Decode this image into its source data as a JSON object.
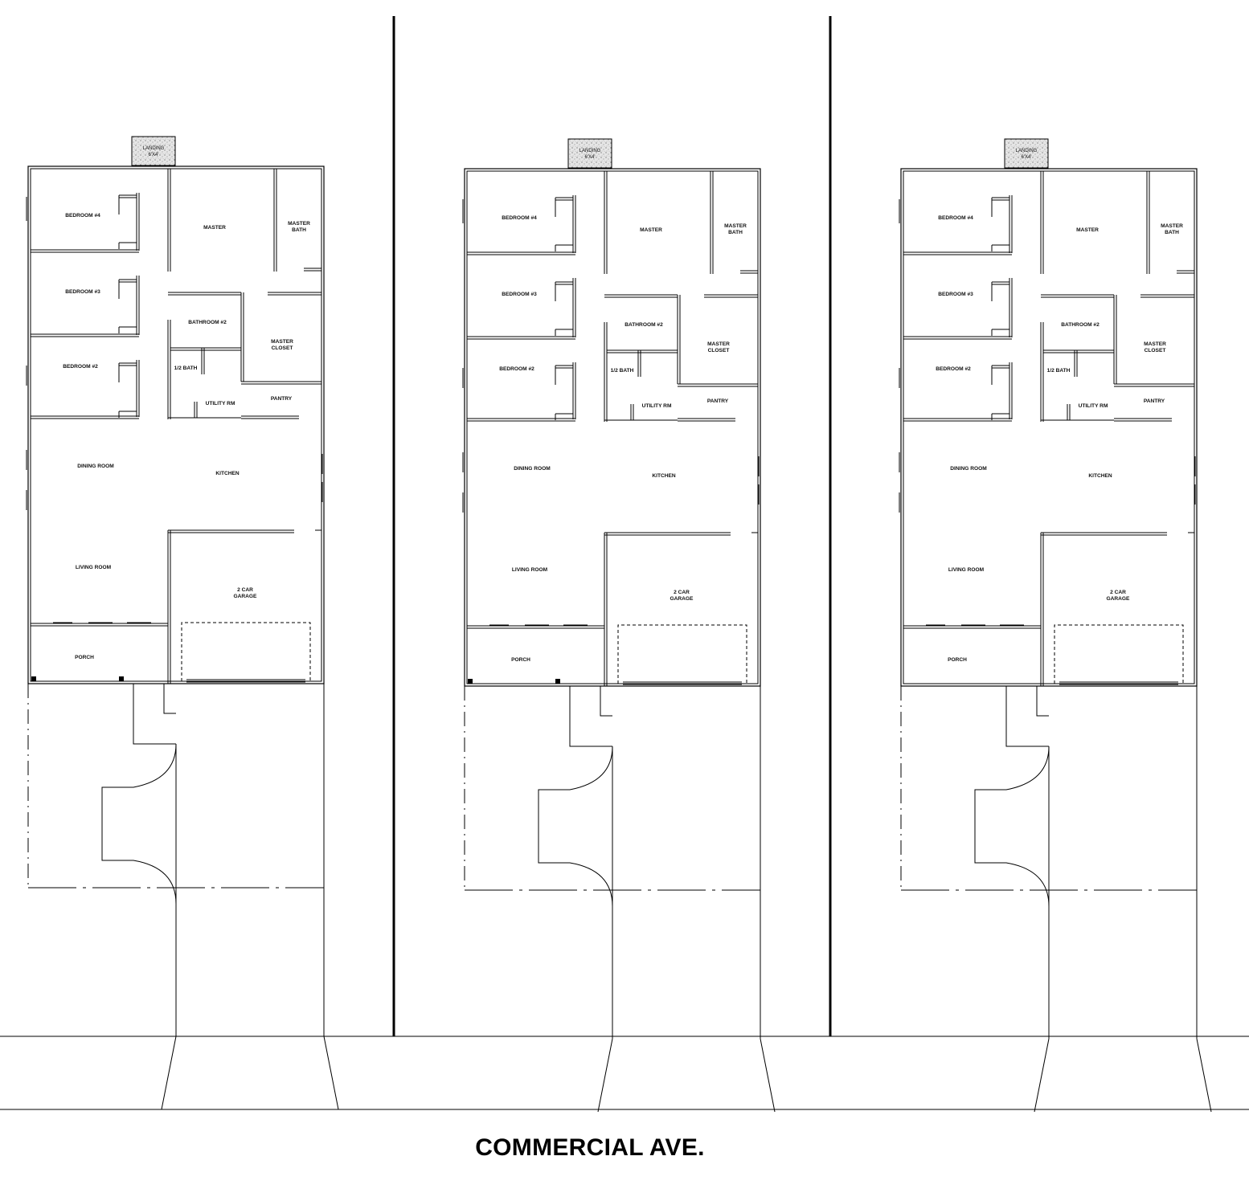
{
  "street": {
    "name": "COMMERCIAL AVE."
  },
  "lots": [
    {
      "id": "lot-1",
      "landing": [
        "LANDING",
        "6'X4'"
      ],
      "rooms": {
        "bedroom4": [
          "BEDROOM #4"
        ],
        "bedroom3": [
          "BEDROOM #3"
        ],
        "bedroom2": [
          "BEDROOM #2"
        ],
        "master": [
          "MASTER"
        ],
        "master_bath": [
          "MASTER",
          "BATH"
        ],
        "bathroom2": [
          "BATHROOM #2"
        ],
        "half_bath": [
          "1/2 BATH"
        ],
        "utility": [
          "UTILITY RM"
        ],
        "master_closet": [
          "MASTER",
          "CLOSET"
        ],
        "pantry": [
          "PANTRY"
        ],
        "dining": [
          "DINING ROOM"
        ],
        "kitchen": [
          "KITCHEN"
        ],
        "living": [
          "LIVING ROOM"
        ],
        "garage": [
          "2 CAR",
          "GARAGE"
        ],
        "porch": [
          "PORCH"
        ]
      }
    },
    {
      "id": "lot-2",
      "landing": [
        "LANDING",
        "6'X4'"
      ],
      "rooms": {
        "bedroom4": [
          "BEDROOM #4"
        ],
        "bedroom3": [
          "BEDROOM #3"
        ],
        "bedroom2": [
          "BEDROOM #2"
        ],
        "master": [
          "MASTER"
        ],
        "master_bath": [
          "MASTER",
          "BATH"
        ],
        "bathroom2": [
          "BATHROOM #2"
        ],
        "half_bath": [
          "1/2 BATH"
        ],
        "utility": [
          "UTILITY RM"
        ],
        "master_closet": [
          "MASTER",
          "CLOSET"
        ],
        "pantry": [
          "PANTRY"
        ],
        "dining": [
          "DINING ROOM"
        ],
        "kitchen": [
          "KITCHEN"
        ],
        "living": [
          "LIVING ROOM"
        ],
        "garage": [
          "2 CAR",
          "GARAGE"
        ],
        "porch": [
          "PORCH"
        ]
      }
    },
    {
      "id": "lot-3",
      "landing": [
        "LANDING",
        "6'X4'"
      ],
      "rooms": {
        "bedroom4": [
          "BEDROOM #4"
        ],
        "bedroom3": [
          "BEDROOM #3"
        ],
        "bedroom2": [
          "BEDROOM #2"
        ],
        "master": [
          "MASTER"
        ],
        "master_bath": [
          "MASTER",
          "BATH"
        ],
        "bathroom2": [
          "BATHROOM #2"
        ],
        "half_bath": [
          "1/2 BATH"
        ],
        "utility": [
          "UTILITY RM"
        ],
        "master_closet": [
          "MASTER",
          "CLOSET"
        ],
        "pantry": [
          "PANTRY"
        ],
        "dining": [
          "DINING ROOM"
        ],
        "kitchen": [
          "KITCHEN"
        ],
        "living": [
          "LIVING ROOM"
        ],
        "garage": [
          "2 CAR",
          "GARAGE"
        ],
        "porch": [
          "PORCH"
        ]
      }
    }
  ]
}
